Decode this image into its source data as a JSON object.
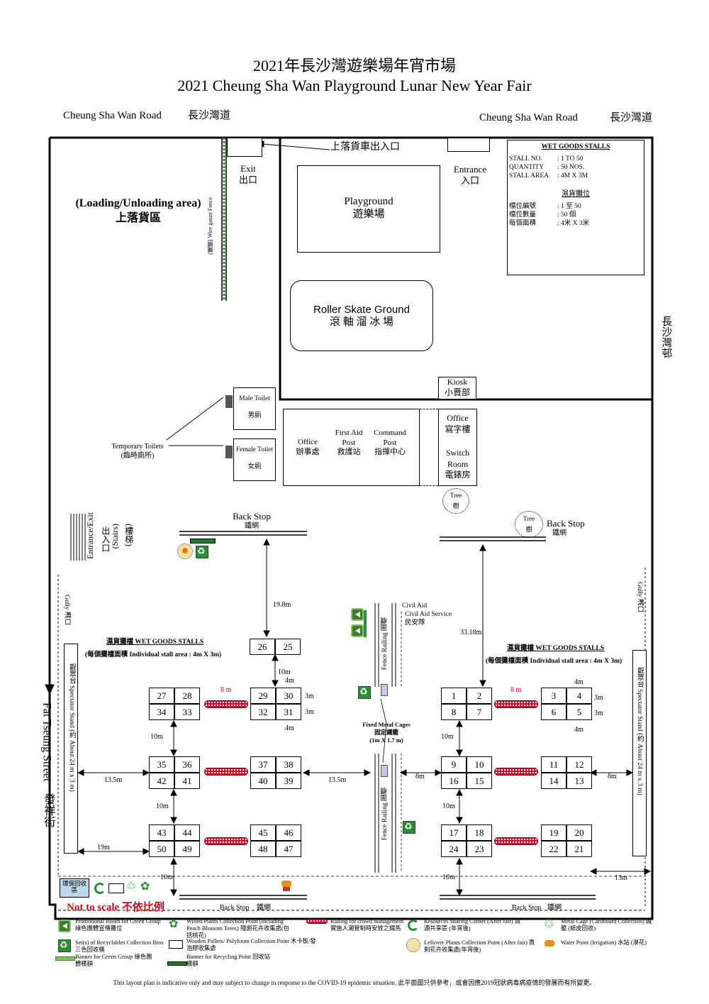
{
  "title": {
    "zh": "2021年長沙灣遊樂場年宵市場",
    "en": "2021 Cheung Sha Wan Playground Lunar New Year Fair"
  },
  "roads": {
    "top_left_en": "Cheung Sha Wan Road",
    "top_left_zh": "長沙灣道",
    "top_right_en": "Cheung Sha Wan Road",
    "top_right_zh": "長沙灣道",
    "right_zh": "長沙灣邨",
    "left_en": "Fat Tseung Street",
    "left_zh": "發祥街"
  },
  "areas": {
    "loading_en": "(Loading/Unloading area)",
    "loading_zh": "上落貨區",
    "wire_fence": "(鐵網) Wire gauze Fence",
    "loading_gate": "上落貨車出入口",
    "exit_en": "Exit",
    "exit_zh": "出口",
    "entrance_en": "Entrance",
    "entrance_zh": "入口",
    "playground_en": "Playground",
    "playground_zh": "遊樂場",
    "roller_en": "Roller Skate Ground",
    "roller_zh": "滾 軸 溜 冰 場",
    "kiosk_en": "Kiosk",
    "kiosk_zh": "小賣部",
    "male_toilet_en": "Male Toilet",
    "male_toilet_zh": "男廁",
    "female_toilet_en": "Female Toilet",
    "female_toilet_zh": "女廁",
    "temp_toilets_en": "Temporary Toilets",
    "temp_toilets_zh": "(臨時廁所)",
    "office_en": "Office",
    "office_zh": "辦事處",
    "first_aid_en": "First Aid Post",
    "first_aid_zh": "救護站",
    "command_en": "Command Post",
    "command_zh": "指揮中心",
    "office2_en": "Office",
    "office2_zh": "寫字樓",
    "switch_en": "Switch Room",
    "switch_zh": "電錶房",
    "tree_en": "Tree",
    "tree_zh": "樹",
    "backstop_en": "Back Stop",
    "backstop_zh": "鐵網",
    "entrance_exit_en": "Entrance/Exit",
    "entrance_exit_zh": "出入口",
    "stairs_en": "(Stairs)",
    "stairs_zh": "(樓梯)",
    "gully_en": "Gully",
    "gully_zh": "溝口",
    "spectator": "觀眾台 Spectator Stand (約 About 24 m x 3 m)",
    "civil_aid_en": "Civil Aid Service",
    "civil_aid_zh": "民安隊",
    "fence_railing": "Fence Railing 圍欄",
    "fixed_cages_en": "Fixed Metal Cages",
    "fixed_cages_zh": "固定鐵籠",
    "fixed_cages_size": "(1m X 1.7 m)",
    "recycle_station": "環保回收區"
  },
  "wet_goods_box": {
    "heading": "WET GOODS STALLS",
    "rows_en": [
      {
        "k": "STALL NO.",
        "v": ": 1 TO 50"
      },
      {
        "k": "QUANTITY",
        "v": ": 50 NOS."
      },
      {
        "k": "STALL AREA",
        "v": ": 4M X 3M"
      }
    ],
    "heading_zh": "濕貨攤位",
    "rows_zh": [
      {
        "k": "檔位編號",
        "v": ": 1 至 50"
      },
      {
        "k": "檔位數量",
        "v": ": 50 個"
      },
      {
        "k": "每個面積",
        "v": ": 4米 X 3米"
      }
    ]
  },
  "stall_zone": {
    "heading": "濕貨攤檔 WET GOODS STALLS",
    "sub": "(每個攤檔面積  Individual stall area : 4m X 3m)"
  },
  "stalls": {
    "s1": "1",
    "s2": "2",
    "s3": "3",
    "s4": "4",
    "s5": "5",
    "s6": "6",
    "s7": "7",
    "s8": "8",
    "s9": "9",
    "s10": "10",
    "s11": "11",
    "s12": "12",
    "s13": "13",
    "s14": "14",
    "s15": "15",
    "s16": "16",
    "s17": "17",
    "s18": "18",
    "s19": "19",
    "s20": "20",
    "s21": "21",
    "s22": "22",
    "s23": "23",
    "s24": "24",
    "s25": "25",
    "s26": "26",
    "s27": "27",
    "s28": "28",
    "s29": "29",
    "s30": "30",
    "s31": "31",
    "s32": "32",
    "s33": "33",
    "s34": "34",
    "s35": "35",
    "s36": "36",
    "s37": "37",
    "s38": "38",
    "s39": "39",
    "s40": "40",
    "s41": "41",
    "s42": "42",
    "s43": "43",
    "s44": "44",
    "s45": "45",
    "s46": "46",
    "s47": "47",
    "s48": "48",
    "s49": "49",
    "s50": "50"
  },
  "dims": {
    "d19_8": "19.8m",
    "d33_18": "33.18m",
    "d10": "10m",
    "d4": "4m",
    "d3": "3m",
    "d8": "8 m",
    "d13_5": "13.5m",
    "d8m": "8m",
    "d19": "19m",
    "d13": "13m"
  },
  "not_to_scale": "Not to scale  不依比例",
  "legend": {
    "booth": "Promotional Booth for Green Group 綠色團體宣傳攤位",
    "wilted": "Wilted Plants Collection Point (including Peach Blossom Trees) 殘謝花卉收集處(包括桃花)",
    "railing": "Railing for crowd management 實施人潮管制時安放之鐵馬",
    "resources": "Resources Sharing Corner (After fair) 資源共享區 (年宵後)",
    "metal_cage": "Metal Cage (Cardboard Collection) 鐵籠 (紙皮回收)",
    "recyclables": "Set(s) of Recyclables Collection Bins 三色回收桶",
    "pallets": "Wooden Pallets/ Polyfoum Collection Point 木卡板/發泡膠收集處",
    "leftover": "Leftover Plants Collection Point (After fair) 賣剩花卉收集處(年宵後)",
    "water": "Water Point (Irrigation) 水站 (淋花)",
    "banner_green": "Banner for Green Group 綠色團體橫額",
    "banner_recycle": "Banner for Recycling Point 回收站橫額"
  },
  "footer": "This layout plan is indicative only and may subject to change in response to the COVID-19 epidemic situation.  此平面圖只供參考，或會因應2019冠狀病毒病疫情的發展而有所變更。",
  "colors": {
    "railing": "#c8102e",
    "green": "#2e8b3a",
    "red_text": "#d0021b"
  }
}
